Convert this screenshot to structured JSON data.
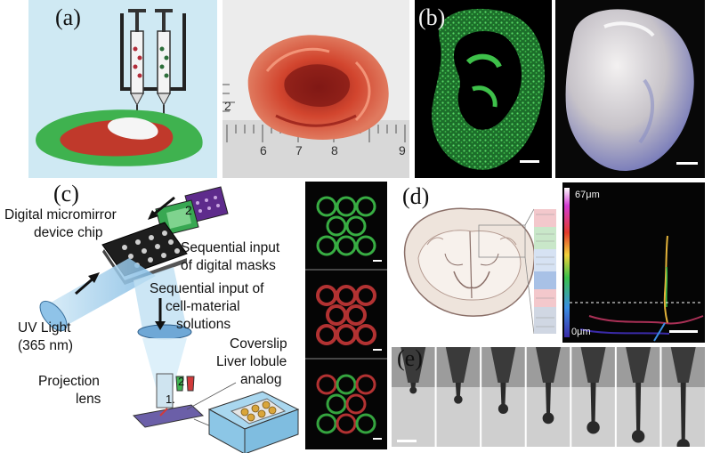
{
  "panels": {
    "a": {
      "label": "(a)",
      "ruler_numbers": [
        "2",
        "6",
        "7",
        "8",
        "9"
      ]
    },
    "b": {
      "label": "(b)"
    },
    "c": {
      "label": "(c)",
      "annotations": {
        "dmd_line1": "Digital micromirror",
        "dmd_line2": "device chip",
        "masks_line1": "Sequential input",
        "masks_line2": "of digital masks",
        "solutions_line1": "Sequential input of",
        "solutions_line2": "cell-material",
        "solutions_line3": "solutions",
        "uv_line1": "UV Light",
        "uv_line2": "(365 nm)",
        "coverslip": "Coverslip",
        "liver_line1": "Liver lobule",
        "liver_line2": "analog",
        "projection_line1": "Projection",
        "projection_line2": "lens",
        "step1": "1.",
        "step2": "2",
        "mask_step": "2"
      }
    },
    "d": {
      "label": "(d)",
      "scale_top": "67μm",
      "scale_bottom": "0μm"
    },
    "e": {
      "label": "(e)",
      "frame_count": 7
    }
  },
  "colors": {
    "tissue_red": "#c0392b",
    "alginate_green": "#3fb24f",
    "fluor_green": "#3ec04a",
    "fluor_red": "#d13a3a",
    "uv_blue": "#8fc3e8"
  }
}
